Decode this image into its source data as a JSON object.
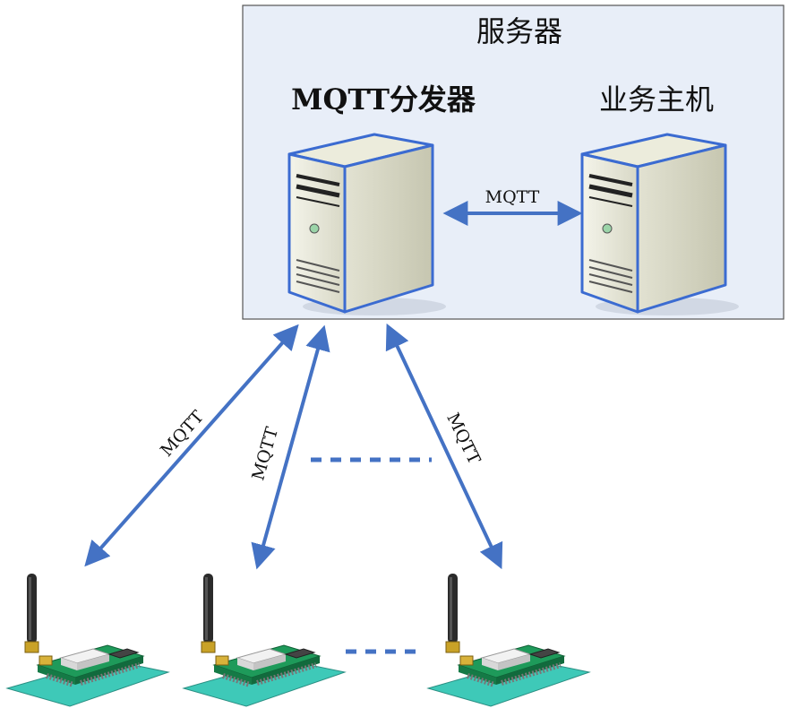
{
  "server_box": {
    "title": "服务器"
  },
  "nodes": {
    "broker": {
      "label": "MQTT分发器"
    },
    "business_host": {
      "label": "业务主机"
    }
  },
  "links": {
    "broker_to_host": "MQTT",
    "device_left": "MQTT",
    "device_middle": "MQTT",
    "device_right": "MQTT"
  },
  "colors": {
    "arrow": "#4472c4",
    "server_box_fill": "#e8eef8",
    "server_box_border": "#555555",
    "board_green": "#1e9a5a",
    "board_base": "#3ec9b8"
  },
  "icons": {
    "server": "server-tower-icon",
    "device": "gsm-module-board-icon"
  }
}
